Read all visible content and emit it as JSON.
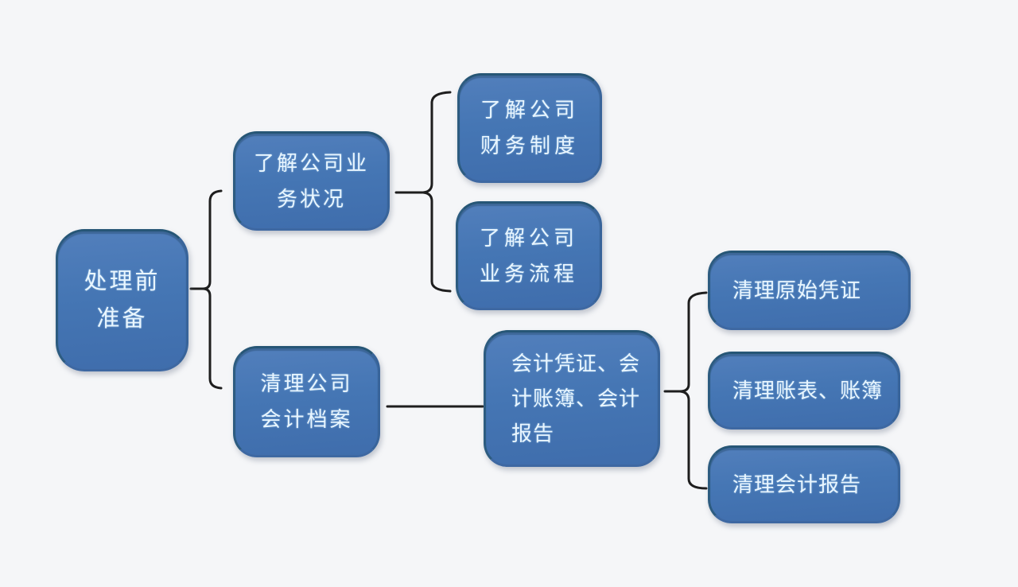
{
  "page": {
    "background_color": "#f5f6f8"
  },
  "diagram": {
    "type": "hierarchy-flowchart",
    "direction": "left-to-right",
    "colors": {
      "node_fill": "#4576b4",
      "node_border_top": "#265676",
      "node_border_bottom": "#3e68a2",
      "node_text": "#e9f6ff",
      "connector": "#1e1e1e"
    },
    "nodes": [
      {
        "id": "preparation",
        "label": "处理前准备",
        "lines": [
          "处理前",
          "准备"
        ]
      },
      {
        "id": "understand-business-status",
        "label": "了解公司业务状况",
        "lines": [
          "了解公司业",
          "务状况"
        ]
      },
      {
        "id": "understand-financial-system",
        "label": "了解公司财务制度",
        "lines": [
          "了解公司",
          "财务制度"
        ]
      },
      {
        "id": "understand-business-process",
        "label": "了解公司业务流程",
        "lines": [
          "了解公司",
          "业务流程"
        ]
      },
      {
        "id": "cleanup-accounting-archives",
        "label": "清理公司会计档案",
        "lines": [
          "清理公司",
          "会计档案"
        ]
      },
      {
        "id": "vouchers-books-reports",
        "label": "会计凭证、会计账簿、会计报告",
        "lines": [
          "会计凭证、会",
          "计账簿、会计",
          "报告"
        ]
      },
      {
        "id": "cleanup-original-vouchers",
        "label": "清理原始凭证",
        "lines": [
          "清理原始凭证"
        ]
      },
      {
        "id": "cleanup-statements-books",
        "label": "清理账表、账簿",
        "lines": [
          "清理账表、账簿"
        ]
      },
      {
        "id": "cleanup-accounting-reports",
        "label": "清理会计报告",
        "lines": [
          "清理会计报告"
        ]
      }
    ],
    "edges": [
      {
        "from": "preparation",
        "to": "understand-business-status"
      },
      {
        "from": "preparation",
        "to": "cleanup-accounting-archives"
      },
      {
        "from": "understand-business-status",
        "to": "understand-financial-system"
      },
      {
        "from": "understand-business-status",
        "to": "understand-business-process"
      },
      {
        "from": "cleanup-accounting-archives",
        "to": "vouchers-books-reports"
      },
      {
        "from": "vouchers-books-reports",
        "to": "cleanup-original-vouchers"
      },
      {
        "from": "vouchers-books-reports",
        "to": "cleanup-statements-books"
      },
      {
        "from": "vouchers-books-reports",
        "to": "cleanup-accounting-reports"
      }
    ]
  }
}
